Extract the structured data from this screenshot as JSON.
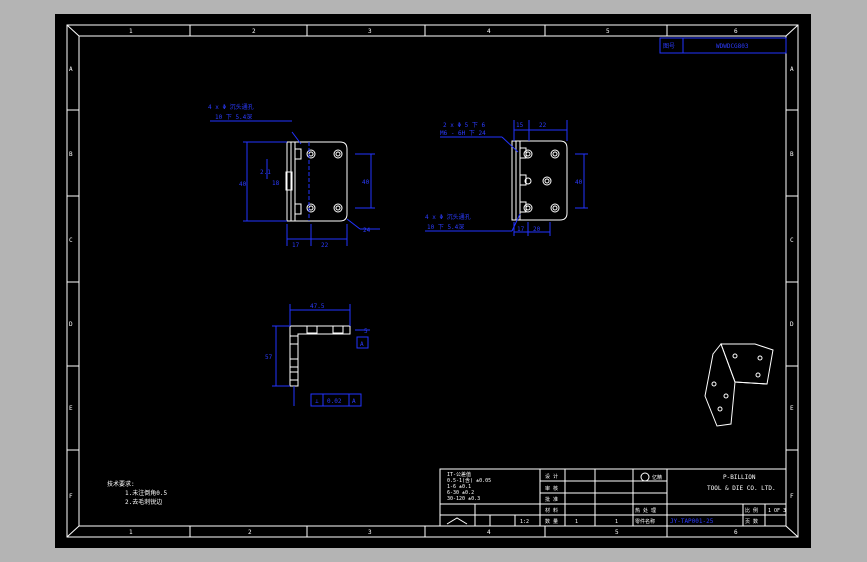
{
  "drawing_number": "WDWDCG803",
  "zone_columns_top": [
    "1",
    "2",
    "3",
    "4",
    "5",
    "6"
  ],
  "zone_columns_bottom": [
    "1",
    "2",
    "3",
    "4",
    "5",
    "6"
  ],
  "zone_rows": [
    "A",
    "B",
    "C",
    "D",
    "E",
    "F"
  ],
  "top_view_a": {
    "hole_note_line1": "4 x Φ  沉头通孔",
    "hole_note_line2": "10 下 5.4深",
    "dims": [
      "2.1",
      "18",
      "40",
      "40",
      "17",
      "22",
      "24"
    ]
  },
  "top_view_b": {
    "hole_note_line1": "2 x Φ 5 下 6",
    "hole_note_line2": "M6 - 6H 下 24",
    "hole_note2_line1": "4 x Φ  沉头通孔",
    "hole_note2_line2": "10 下 5.4深",
    "dims": [
      "15",
      "22",
      "40",
      "17",
      "20"
    ]
  },
  "side_view": {
    "dims": [
      "47.5",
      "57",
      "5",
      "A"
    ],
    "tolerance": [
      "⊥",
      "0.02",
      "A"
    ]
  },
  "tech_req": {
    "title": "技术要求:",
    "items": [
      "1.未注倒角0.5",
      "2.去毛刺锐边"
    ]
  },
  "title_block": {
    "company_line1": "P-BILLION",
    "company_line2": "TOOL & DIE CO. LTD.",
    "logo_text": "亿精",
    "tolerance_notes": [
      "IT-公差值",
      "0.5-1(含) ±0.05",
      "1-6 ±0.1",
      "6-30 ±0.2",
      "30-120 ±0.3"
    ],
    "labels": [
      "设 计",
      "审 核",
      "批 准",
      "材 料",
      "数 量",
      "热 处 理",
      "零件名称",
      "比 例",
      "页 数"
    ],
    "values": [
      "1",
      "1:2",
      "1",
      "1 OF 3"
    ],
    "part_code": "JY-TAP001-25"
  }
}
